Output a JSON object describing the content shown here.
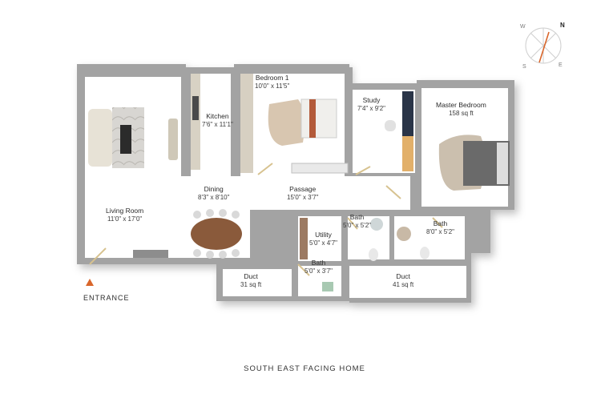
{
  "rooms": [
    {
      "name": "Bedroom 1",
      "dimension": "10'0\" x 11'5\""
    },
    {
      "name": "Kitchen",
      "dimension": "7'6\" x 11'1\""
    },
    {
      "name": "Study",
      "dimension": "7'4\" x 9'2\""
    },
    {
      "name": "Master Bedroom",
      "dimension": "158 sq ft"
    },
    {
      "name": "Living Room",
      "dimension": "11'0\" x 17'0\""
    },
    {
      "name": "Dining",
      "dimension": "8'3\" x 8'10\""
    },
    {
      "name": "Passage",
      "dimension": "15'0\" x 3'7\""
    },
    {
      "name": "Bath",
      "dimension": "5'0\" x 5'2\""
    },
    {
      "name": "Bath",
      "dimension": "8'0\" x 5'2\""
    },
    {
      "name": "Utility",
      "dimension": "5'0\" x 4'7\""
    },
    {
      "name": "Bath",
      "dimension": "5'0\" x 3'7\""
    },
    {
      "name": "Duct",
      "dimension": "31 sq ft"
    },
    {
      "name": "Duct",
      "dimension": "41 sq ft"
    }
  ],
  "entrance_label": "ENTRANCE",
  "caption": "SOUTH EAST FACING HOME",
  "compass": {
    "n": "N",
    "e": "E",
    "s": "S",
    "w": "W"
  },
  "colors": {
    "wall": "#9b9b9b",
    "floor": "#ffffff",
    "door": "#d7c28f",
    "entrance_marker": "#d9662b",
    "compass_needle": "#d9662b"
  }
}
